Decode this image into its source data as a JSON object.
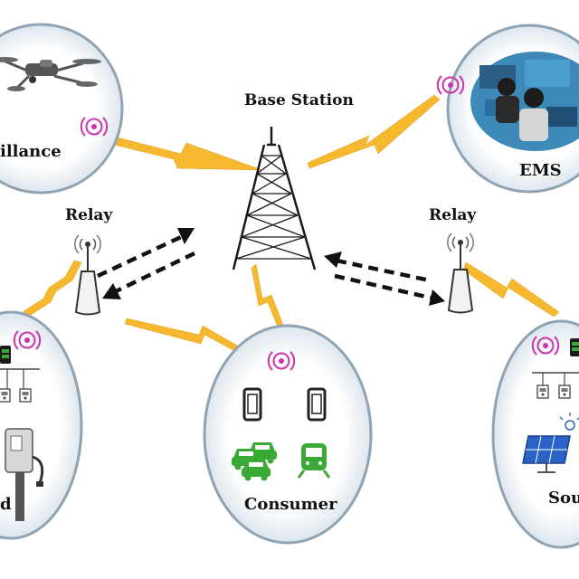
{
  "labels": {
    "base_station": "Base Station",
    "surveillance": "illance",
    "ems": "EMS",
    "relay_left": "Relay",
    "relay_right": "Relay",
    "consumer": "Consumer",
    "left_node": "d",
    "right_node": "Sou"
  },
  "colors": {
    "lightning": "#f5b82e",
    "wireless": "#cc33aa",
    "green_vehicle": "#3aa935",
    "solar_blue": "#2a63c6",
    "ellipse_stroke": "#8fa3b3"
  },
  "icons": [
    "drone-icon",
    "wireless-signal-icon",
    "tower-icon",
    "relay-antenna-icon",
    "smartphone-icon",
    "car-icon",
    "train-icon",
    "ev-charger-icon",
    "solar-panel-icon",
    "meter-icon",
    "control-room-photo"
  ]
}
